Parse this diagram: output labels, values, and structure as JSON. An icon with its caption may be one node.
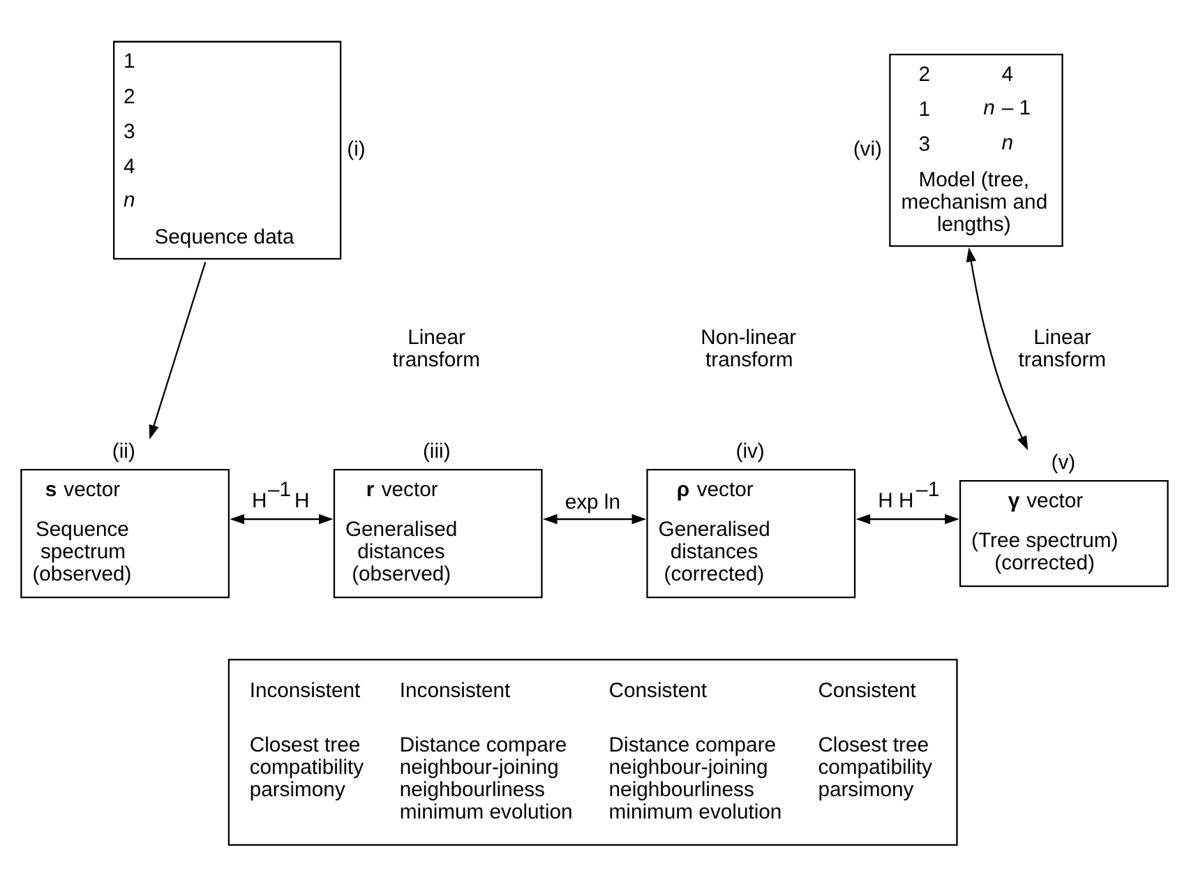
{
  "diagram": {
    "nodes": [
      {
        "text": [
          "1",
          "2",
          "3",
          "4",
          "*n*",
          "Sequence data"
        ],
        "beside": [
          "(i)"
        ]
      },
      {
        "text": [
          "2",
          "4",
          "1",
          "*n* – 1",
          "3",
          "*n*",
          "Model (tree, mechanism and lengths)"
        ],
        "beside": [
          "(vi)"
        ]
      },
      {
        "text": [
          "**s** vector",
          "Sequence spectrum (observed)"
        ],
        "beside": [
          "(ii)"
        ]
      },
      {
        "text": [
          "**r** vector",
          "Generalised distances (observed)"
        ],
        "beside": [
          "(iii)"
        ]
      },
      {
        "text": [
          "**ρ** vector",
          "Generalised distances (corrected)"
        ],
        "beside": [
          "(iv)"
        ]
      },
      {
        "text": [
          "**γ** vector",
          "(Tree spectrum) (corrected)"
        ],
        "beside": [
          "(v)"
        ]
      },
      {
        "text": [
          "Inconsistent",
          "Closest tree compatibility parsimony",
          "Inconsistent",
          "Distance compare neighbour-joining neighbourliness minimum evolution",
          "Consistent",
          "Distance compare neighbour-joining neighbourliness minimum evolution",
          "Consistent",
          "Closest tree compatibility parsimony"
        ]
      }
    ],
    "edges": [
      {
        "from": 0,
        "to": 2,
        "arrow": "to"
      },
      {
        "from": 1,
        "to": 5,
        "arrow": "both"
      },
      {
        "from": 2,
        "to": 3,
        "arrow": "both",
        "label": "H$^{–1}$ H"
      },
      {
        "from": 3,
        "to": 4,
        "arrow": "both",
        "label": "exp ln"
      },
      {
        "from": 4,
        "to": 5,
        "arrow": "both",
        "label": "H H$^{–1}$"
      }
    ],
    "labels": [
      "Linear transform",
      "Non-linear transform",
      "Linear transform"
    ]
  }
}
